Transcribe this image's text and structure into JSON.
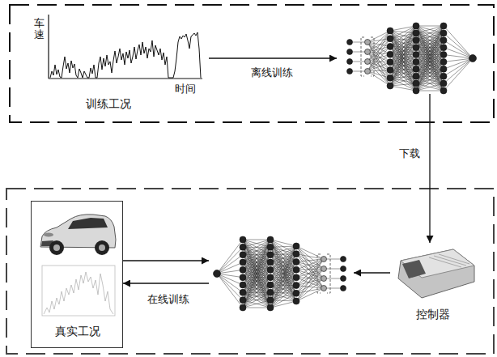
{
  "diagram": {
    "nodes": [
      {
        "text": [
          "车速",
          "时间",
          "训练工况"
        ]
      },
      {
        "text": []
      },
      {
        "text": [
          "控制器"
        ]
      },
      {
        "text": []
      },
      {
        "text": [
          "真实工况"
        ]
      }
    ],
    "edges": [
      {
        "from": 0,
        "to": 1,
        "arrow": "to",
        "label": "离线训练"
      },
      {
        "from": 1,
        "to": 2,
        "arrow": "to",
        "label": "下载"
      },
      {
        "from": 2,
        "to": 3,
        "arrow": "to"
      },
      {
        "from": 4,
        "to": 3,
        "arrow": "to"
      },
      {
        "from": 3,
        "to": 4,
        "arrow": "to",
        "label": "在线训练"
      }
    ]
  }
}
